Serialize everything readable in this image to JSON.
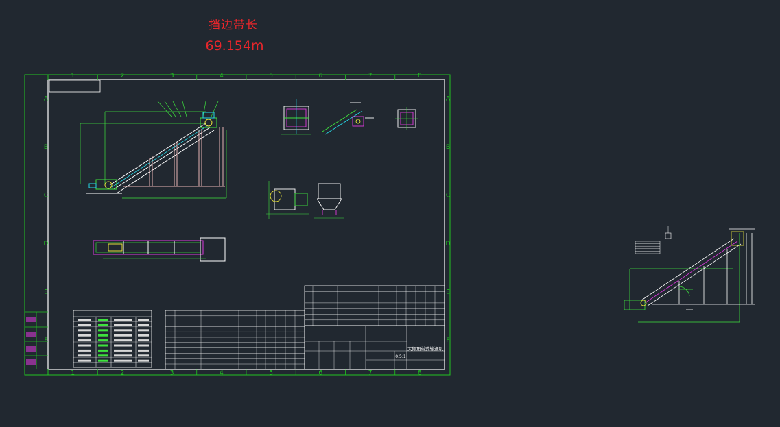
{
  "header": {
    "title_cn": "挡边带长",
    "length": "69.154m"
  },
  "frame": {
    "col_numbers": [
      "1",
      "2",
      "3",
      "4",
      "5",
      "6",
      "7",
      "8"
    ],
    "row_letters": [
      "A",
      "B",
      "C",
      "D",
      "E",
      "F"
    ]
  },
  "title_block": {
    "drawing_name": "大倾角带式输送机",
    "sheet_label": "0.5:1"
  },
  "colors": {
    "background": "#212830",
    "frame_line": "#22c522",
    "inner_border": "#ffffff",
    "conveyor": "#ffffff",
    "accent_green": "#3ee23e",
    "accent_cyan": "#26d9e8",
    "accent_magenta": "#e03adf",
    "accent_yellow": "#e8e23a",
    "red_text": "#e8262b"
  }
}
